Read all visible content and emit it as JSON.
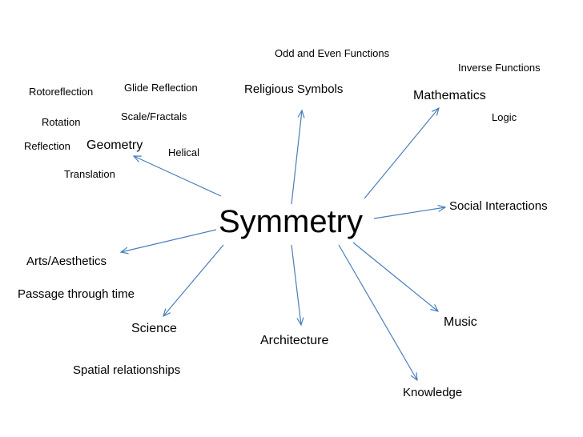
{
  "center": "Symmetry",
  "branches": {
    "geometry": "Geometry",
    "religious_symbols": "Religious Symbols",
    "mathematics": "Mathematics",
    "social_interactions": "Social Interactions",
    "music": "Music",
    "knowledge": "Knowledge",
    "architecture": "Architecture",
    "science": "Science",
    "arts_aesthetics": "Arts/Aesthetics"
  },
  "geometry_terms": {
    "rotoreflection": "Rotoreflection",
    "glide_reflection": "Glide Reflection",
    "rotation": "Rotation",
    "scale_fractals": "Scale/Fractals",
    "reflection": "Reflection",
    "helical": "Helical",
    "translation": "Translation"
  },
  "math_terms": {
    "odd_even_functions": "Odd and Even Functions",
    "inverse_functions": "Inverse Functions",
    "logic": "Logic"
  },
  "other_terms": {
    "passage_through_time": "Passage through time",
    "spatial_relationships": "Spatial relationships"
  },
  "colors": {
    "arrow": "#4a7ebb",
    "text": "#000000"
  }
}
